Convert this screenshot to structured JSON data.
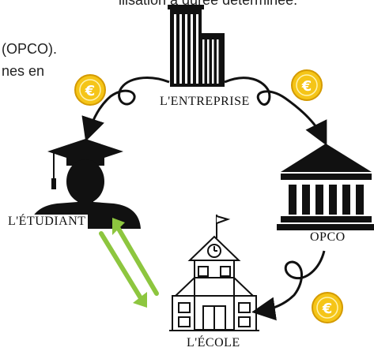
{
  "header_text": {
    "line1": "ilisation à durée déterminée.",
    "line2": "(OPCO).",
    "line3": "nes en"
  },
  "labels": {
    "entreprise": "L'ENTREPRISE",
    "etudiant": "L'ÉTUDIANT",
    "opco": "OPCO",
    "ecole": "L'ÉCOLE"
  },
  "coin_symbol": "€",
  "colors": {
    "coin_gold": "#f5c518",
    "coin_dark": "#d49a00",
    "arrow_green": "#8dc63f",
    "icon_black": "#111111"
  }
}
